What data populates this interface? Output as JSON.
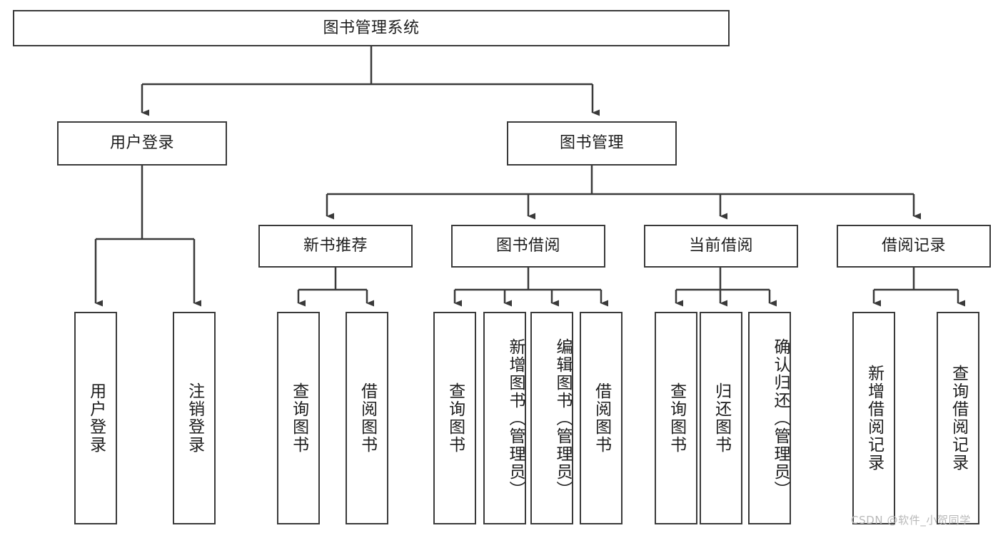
{
  "diagram": {
    "title": "图书管理系统",
    "type": "tree-hierarchy",
    "colors": {
      "border": "#3a3a3a",
      "box_fill": "#ffffff",
      "connector": "#3a3a3a",
      "text": "#1d1d1d",
      "watermark": "#b9b9b9",
      "background": "#ffffff"
    }
  },
  "nodes": {
    "root": {
      "label": "图书管理系统"
    },
    "level1": [
      {
        "id": "user-login",
        "label": "用户登录"
      },
      {
        "id": "book-management",
        "label": "图书管理"
      }
    ],
    "level2": [
      {
        "id": "new-book-recommend",
        "label": "新书推荐"
      },
      {
        "id": "book-borrow",
        "label": "图书借阅"
      },
      {
        "id": "current-borrow",
        "label": "当前借阅"
      },
      {
        "id": "borrow-record",
        "label": "借阅记录"
      }
    ],
    "leaves": {
      "user_login": [
        {
          "id": "leaf-user-login",
          "label": "用户登录"
        },
        {
          "id": "leaf-logout-login",
          "label": "注销登录"
        }
      ],
      "new_book_recommend": [
        {
          "id": "leaf-query-book-1",
          "label": "查询图书"
        },
        {
          "id": "leaf-borrow-book-1",
          "label": "借阅图书"
        }
      ],
      "book_borrow": [
        {
          "id": "leaf-query-book-2",
          "label": "查询图书"
        },
        {
          "id": "leaf-add-book",
          "label": "新增图书（管理员）"
        },
        {
          "id": "leaf-edit-book",
          "label": "编辑图书（管理员）"
        },
        {
          "id": "leaf-borrow-book-2",
          "label": "借阅图书"
        }
      ],
      "current_borrow": [
        {
          "id": "leaf-query-book-3",
          "label": "查询图书"
        },
        {
          "id": "leaf-return-book",
          "label": "归还图书"
        },
        {
          "id": "leaf-confirm-return",
          "label": "确认归还（管理员）"
        }
      ],
      "borrow_record": [
        {
          "id": "leaf-add-record",
          "label": "新增借阅记录"
        },
        {
          "id": "leaf-query-record",
          "label": "查询借阅记录"
        }
      ]
    }
  },
  "watermark": {
    "text": "CSDN @软件_小贺同学"
  }
}
